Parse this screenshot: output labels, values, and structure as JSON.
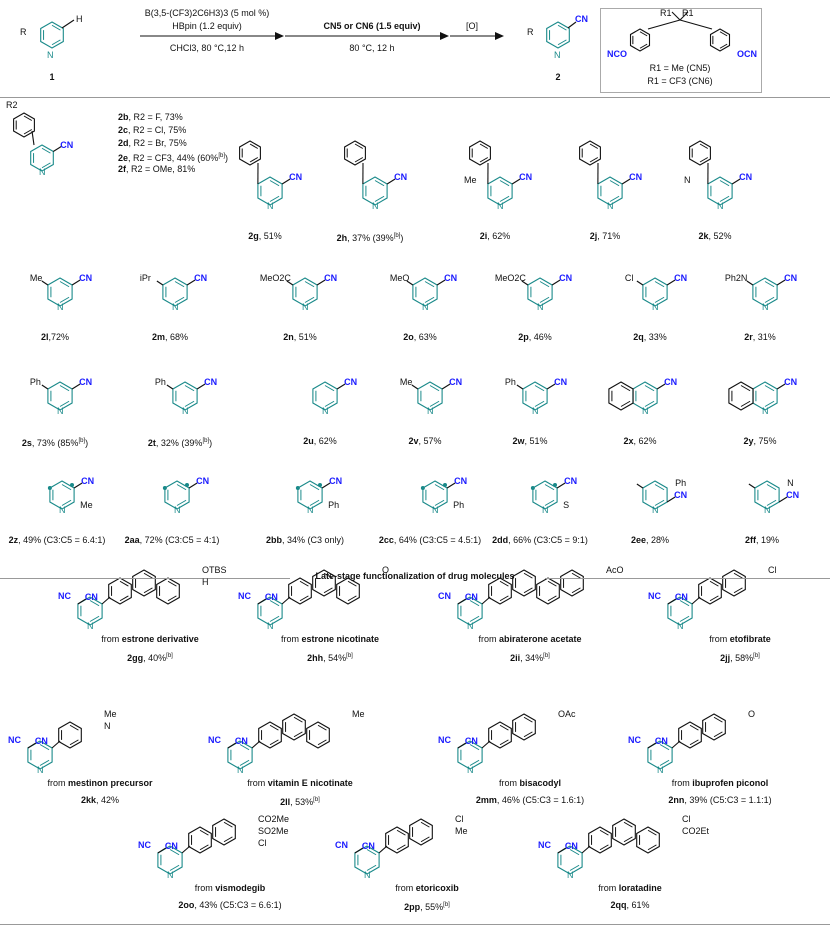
{
  "scheme": {
    "reactant_label": "1",
    "product_label": "2",
    "r": "R",
    "h": "H",
    "n": "N",
    "cn": "CN",
    "step1_reagent1": "B(3,5-(CF3)2C6H3)3 (5 mol %)",
    "step1_reagent2": "HBpin (1.2 equiv)",
    "step1_conditions": "CHCl3, 80 °C,12 h",
    "step2_reagent": "CN5 or CN6 (1.5 equiv)",
    "step2_conditions": "80 °C, 12 h",
    "step3_reagent": "[O]",
    "box_r1": "R1",
    "box_nco_left": "NCO",
    "box_ocn_right": "OCN",
    "box_line1": "R1 = Me (CN5)",
    "box_line2": "R1 = CF3 (CN6)"
  },
  "series_2b_2f": {
    "r2": "R2",
    "items": [
      {
        "id": "2b",
        "text": ", R2 = F, 73%"
      },
      {
        "id": "2c",
        "text": ", R2 = Cl, 75%"
      },
      {
        "id": "2d",
        "text": ", R2 = Br, 75%"
      },
      {
        "id": "2e",
        "text": ", R2 = CF3, 44% (60%",
        "sup": "[b]",
        "after": ")"
      },
      {
        "id": "2f",
        "text": ", R2 = OMe, 81%"
      }
    ]
  },
  "compounds": [
    {
      "id": "2g",
      "text": ", 51%",
      "sub": ""
    },
    {
      "id": "2h",
      "text": ", 37% (39%",
      "sup": "[b]",
      "after": ")",
      "sub": ""
    },
    {
      "id": "2i",
      "text": ", 62%",
      "sub": "Me"
    },
    {
      "id": "2j",
      "text": ", 71%",
      "sub": ""
    },
    {
      "id": "2k",
      "text": ", 52%",
      "sub": "N"
    },
    {
      "id": "2l",
      "text": ",72%",
      "sub": "Me"
    },
    {
      "id": "2m",
      "text": ", 68%",
      "sub": "iPr"
    },
    {
      "id": "2n",
      "text": ", 51%",
      "sub": "MeO2C"
    },
    {
      "id": "2o",
      "text": ", 63%",
      "sub": "MeO"
    },
    {
      "id": "2p",
      "text": ", 46%",
      "sub": "MeO2C"
    },
    {
      "id": "2q",
      "text": ", 33%",
      "sub": "Cl"
    },
    {
      "id": "2r",
      "text": ", 31%",
      "sub": "Ph2N"
    },
    {
      "id": "2s",
      "text": ", 73% (85%",
      "sup": "[b]",
      "after": ")",
      "sub": "Ph"
    },
    {
      "id": "2t",
      "text": ", 32% (39%",
      "sup": "[b]",
      "after": ")",
      "sub": "Ph"
    },
    {
      "id": "2u",
      "text": ", 62%",
      "sub": ""
    },
    {
      "id": "2v",
      "text": ", 57%",
      "sub": "Me"
    },
    {
      "id": "2w",
      "text": ", 51%",
      "sub": "Ph"
    },
    {
      "id": "2x",
      "text": ", 62%",
      "sub": ""
    },
    {
      "id": "2y",
      "text": ", 75%",
      "sub": ""
    },
    {
      "id": "2z",
      "text": ", 49% (C3:C5 = 6.4:1)",
      "sub": "Me"
    },
    {
      "id": "2aa",
      "text": ", 72% (C3:C5 = 4:1)",
      "sub": ""
    },
    {
      "id": "2bb",
      "text": ", 34% (C3 only)",
      "sub": "Ph"
    },
    {
      "id": "2cc",
      "text": ", 64% (C3:C5 = 4.5:1)",
      "sub": "Ph"
    },
    {
      "id": "2dd",
      "text": ", 66% (C3:C5 = 9:1)",
      "sub": "S"
    },
    {
      "id": "2ee",
      "text": ", 28%",
      "sub": "Ph"
    },
    {
      "id": "2ff",
      "text": ", 19%",
      "sub": "N"
    }
  ],
  "section_title": "Late-stage functionalization of drug molecules",
  "drugs": [
    {
      "from": "from ",
      "name": "estrone derivative",
      "id": "2gg",
      "text": ", 40%",
      "sup": "[b]",
      "labels": [
        "OTBS",
        "H",
        "NC"
      ]
    },
    {
      "from": "from ",
      "name": "estrone nicotinate",
      "id": "2hh",
      "text": ", 54%",
      "sup": "[b]",
      "labels": [
        "O",
        "NC"
      ]
    },
    {
      "from": "from ",
      "name": "abiraterone acetate",
      "id": "2ii",
      "text": ", 34%",
      "sup": "[b]",
      "labels": [
        "AcO",
        "CN"
      ]
    },
    {
      "from": "from ",
      "name": "etofibrate",
      "id": "2jj",
      "text": ", 58%",
      "sup": "[b]",
      "labels": [
        "Cl",
        "NC"
      ]
    },
    {
      "from": "from ",
      "name": "mestinon precursor",
      "id": "2kk",
      "text": ", 42%",
      "labels": [
        "Me",
        "N",
        "NC"
      ]
    },
    {
      "from": "from ",
      "name": "vitamin E nicotinate",
      "id": "2ll",
      "text": ", 53%",
      "sup": "[b]",
      "labels": [
        "Me",
        "NC"
      ]
    },
    {
      "from": "from ",
      "name": "bisacodyl",
      "id": "2mm",
      "text": ", 46% (C5:C3 = 1.6:1)",
      "labels": [
        "OAc",
        "NC"
      ]
    },
    {
      "from": "from ",
      "name": "ibuprofen piconol",
      "id": "2nn",
      "text": ", 39% (C5:C3 = 1.1:1)",
      "labels": [
        "O",
        "NC"
      ]
    },
    {
      "from": "from ",
      "name": "vismodegib",
      "id": "2oo",
      "text": ", 43% (C5:C3 = 6.6:1)",
      "labels": [
        "CO2Me",
        "SO2Me",
        "Cl",
        "NC"
      ]
    },
    {
      "from": "from ",
      "name": "etoricoxib",
      "id": "2pp",
      "text": ", 55%",
      "sup": "[b]",
      "labels": [
        "Cl",
        "Me",
        "CN"
      ]
    },
    {
      "from": "from ",
      "name": "loratadine",
      "id": "2qq",
      "text": ", 61%",
      "labels": [
        "Cl",
        "CO2Et",
        "NC"
      ]
    }
  ],
  "colors": {
    "pyridine": "#1a8a8a",
    "cyano": "#1a1aff",
    "site_dot": "#1a8a8a"
  }
}
